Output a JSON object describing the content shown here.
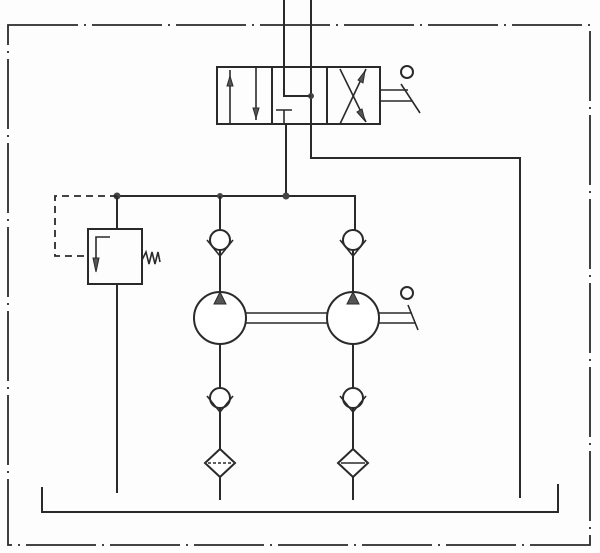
{
  "diagram": {
    "type": "hydraulic-schematic",
    "components": [
      "directional-control-valve",
      "pressure-relief-valve",
      "hydraulic-pump",
      "hydraulic-pump",
      "check-valve",
      "check-valve",
      "check-valve",
      "check-valve",
      "filter",
      "filter",
      "tank"
    ]
  }
}
